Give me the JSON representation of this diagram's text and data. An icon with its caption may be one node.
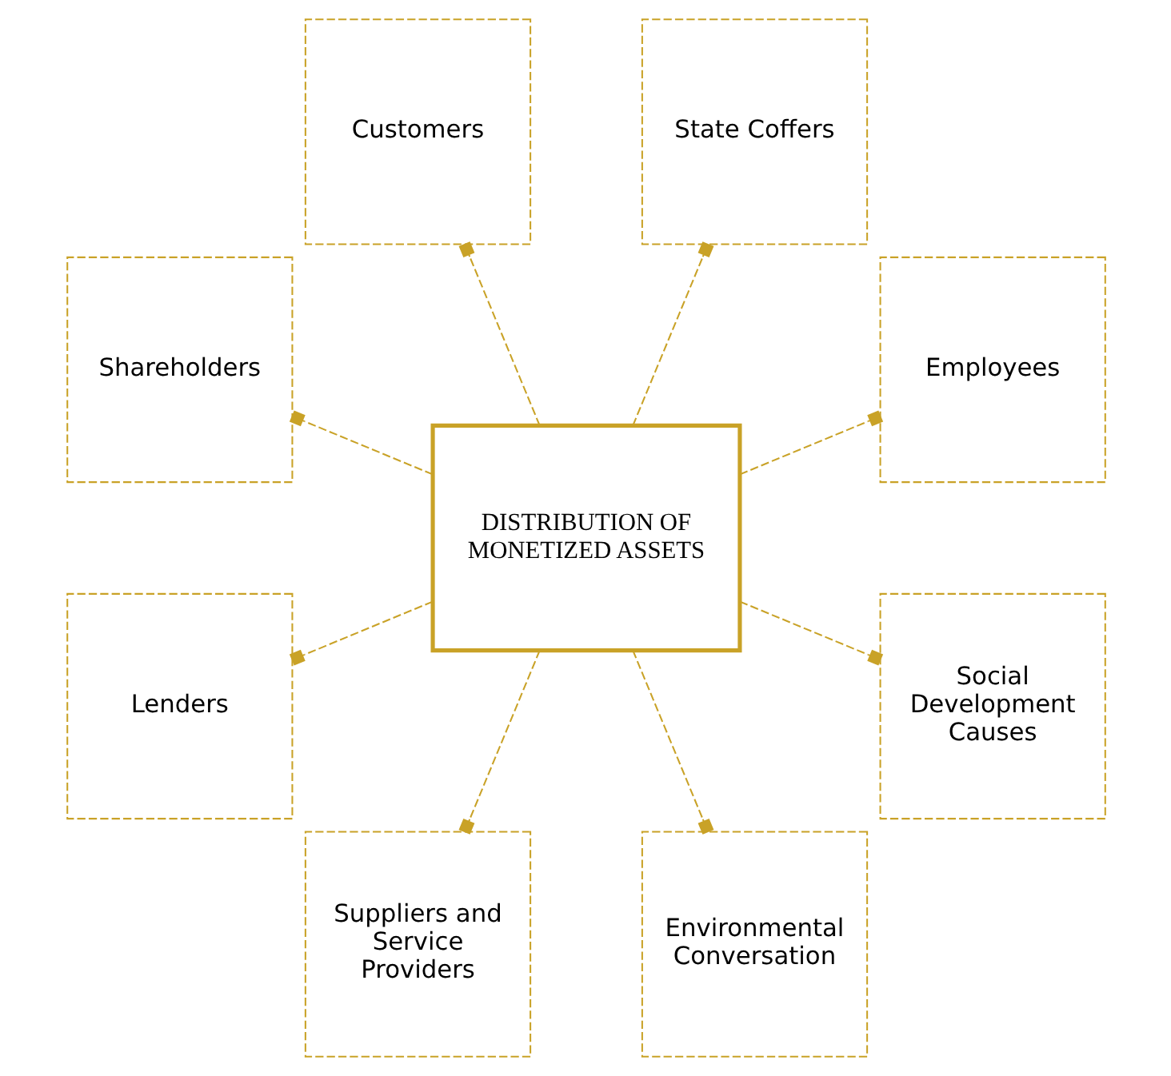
{
  "diagram": {
    "nodes": [
      {
        "text": [
          "Employees"
        ]
      },
      {
        "text": [
          "State Coffers"
        ]
      },
      {
        "text": [
          "Customers"
        ]
      },
      {
        "text": [
          "Shareholders"
        ]
      },
      {
        "text": [
          "DISTRIBUTION OF MONETIZED ASSETS"
        ]
      },
      {
        "text": [
          "Lenders"
        ]
      },
      {
        "text": [
          "Suppliers and Service Providers"
        ]
      },
      {
        "text": [
          "Environmental Conversation"
        ]
      },
      {
        "text": [
          "Social Development Causes"
        ]
      }
    ],
    "edges": [
      {
        "from": 4,
        "to": 0,
        "arrow": "other",
        "style": "dashed"
      },
      {
        "from": 4,
        "to": 1,
        "arrow": "other",
        "style": "dashed"
      },
      {
        "from": 4,
        "to": 2,
        "arrow": "other",
        "style": "dashed"
      },
      {
        "from": 4,
        "to": 3,
        "arrow": "other",
        "style": "dashed"
      },
      {
        "from": 4,
        "to": 5,
        "arrow": "other",
        "style": "dashed"
      },
      {
        "from": 4,
        "to": 6,
        "arrow": "other",
        "style": "dashed"
      },
      {
        "from": 4,
        "to": 7,
        "arrow": "other",
        "style": "dashed"
      },
      {
        "from": 4,
        "to": 8,
        "arrow": "other",
        "style": "dashed"
      }
    ]
  }
}
